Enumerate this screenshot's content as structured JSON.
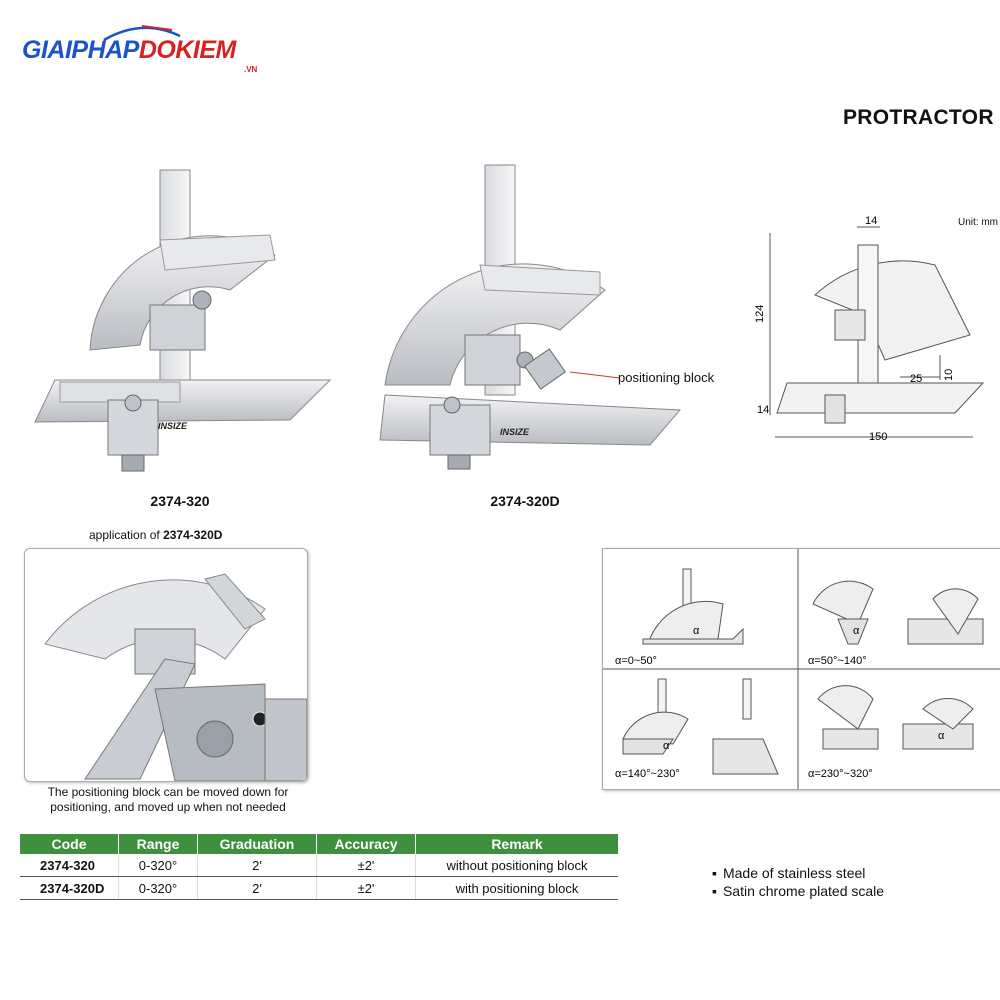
{
  "logo": {
    "main_blue": "GIAIPHAP",
    "main_red": "DOKIEM",
    "suffix": ".VN"
  },
  "page_title": "PROTRACTOR",
  "products": [
    {
      "caption": "2374-320",
      "brand": "INSIZE"
    },
    {
      "caption": "2374-320D",
      "brand": "INSIZE"
    }
  ],
  "positioning_label": "positioning block",
  "application": {
    "prefix": "application of ",
    "code": "2374-320D"
  },
  "note": "The positioning block can be moved down for positioning, and moved up when not needed",
  "drawing": {
    "unit": "Unit: mm",
    "dims": {
      "top": "14",
      "height": "124",
      "base": "14",
      "length": "150",
      "slot_w": "25",
      "slot_h": "10"
    }
  },
  "angles": [
    "α=0~50°",
    "α=50°~140°",
    "α=140°~230°",
    "α=230°~320°"
  ],
  "angle_symbol": "α",
  "table": {
    "headers": [
      "Code",
      "Range",
      "Graduation",
      "Accuracy",
      "Remark"
    ],
    "rows": [
      [
        "2374-320",
        "0-320°",
        "2'",
        "±2'",
        "without positioning block"
      ],
      [
        "2374-320D",
        "0-320°",
        "2'",
        "±2'",
        "with positioning block"
      ]
    ]
  },
  "features": [
    "Made of stainless steel",
    "Satin chrome plated scale"
  ],
  "colors": {
    "header_green": "#3e8f3e",
    "logo_blue": "#1a55c8",
    "logo_red": "#d62222"
  }
}
